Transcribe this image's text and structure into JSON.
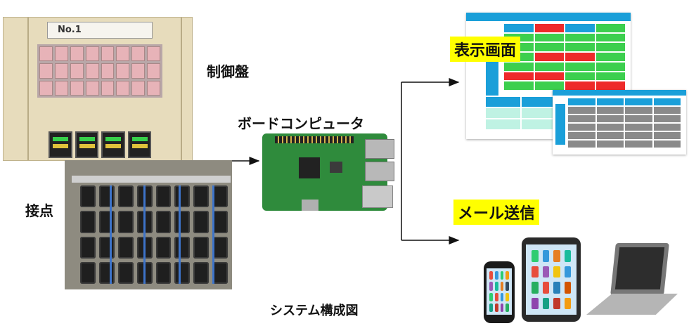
{
  "labels": {
    "control_panel": "制御盤",
    "contacts": "接点",
    "board_computer": "ボードコンピュータ",
    "display_screen": "表示画面",
    "email": "メール送信",
    "caption": "システム構成図"
  },
  "panel_plate": "No.1",
  "colors": {
    "highlight": "#ffff00",
    "screen_header": "#1a9fd9",
    "status_green": "#3ccf4e",
    "status_red": "#ee2a2a",
    "status_gray": "#8a8a8a",
    "board_green": "#2f8b3c"
  }
}
